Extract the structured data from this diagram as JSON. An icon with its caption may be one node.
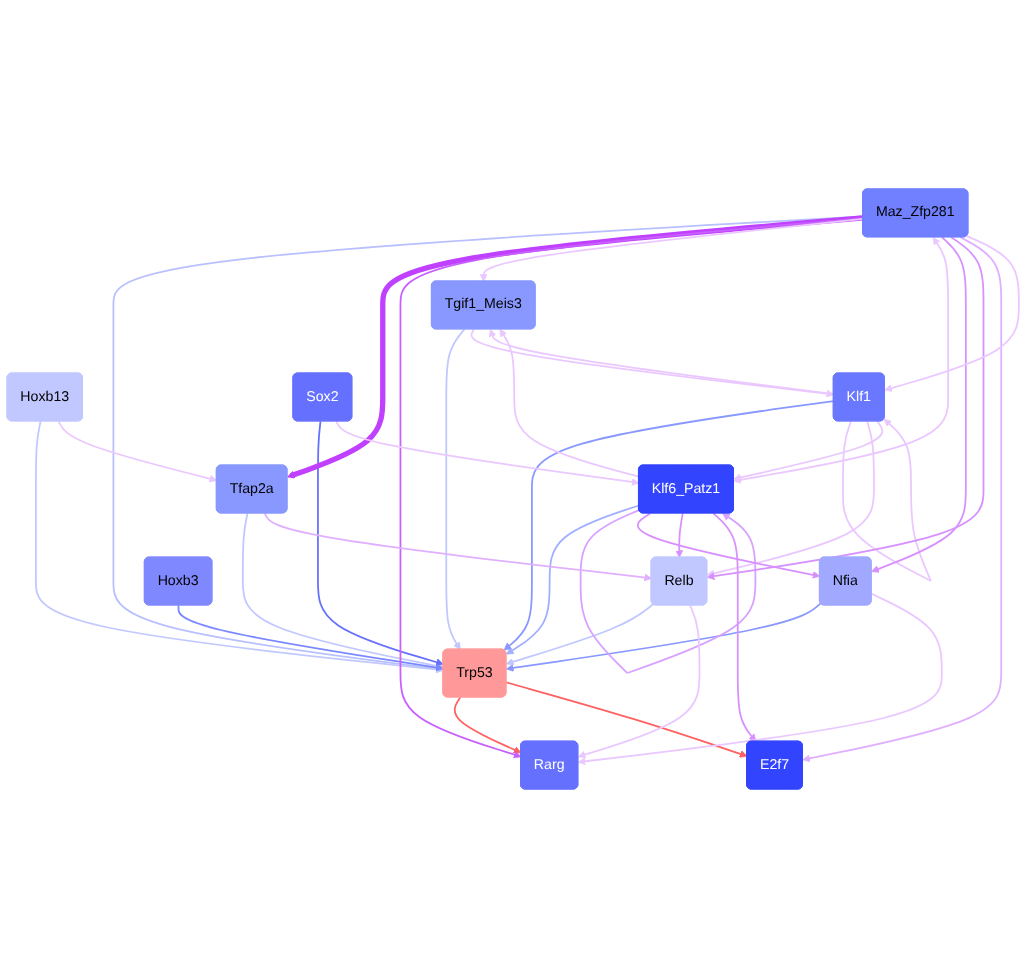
{
  "diagram": {
    "nodes": [
      {
        "text": [
          "Maz_Zfp281"
        ]
      },
      {
        "text": [
          "Klf6_Patz1"
        ]
      },
      {
        "text": [
          "Tgif1_Meis3"
        ]
      },
      {
        "text": [
          "Rarg"
        ]
      },
      {
        "text": [
          "Tfap2a"
        ]
      },
      {
        "text": [
          "E2f7"
        ]
      },
      {
        "text": [
          "Trp53"
        ]
      },
      {
        "text": [
          "Nfia"
        ]
      },
      {
        "text": [
          "Hoxb13"
        ]
      },
      {
        "text": [
          "Relb"
        ]
      },
      {
        "text": [
          "Hoxb3"
        ]
      },
      {
        "text": [
          "Klf1"
        ]
      },
      {
        "text": [
          "Sox2"
        ]
      }
    ],
    "edges": [
      {
        "from": 0,
        "to": 6,
        "arrow": "to",
        "color": "#b8c0ff"
      },
      {
        "from": 1,
        "to": 6,
        "arrow": "to",
        "color": "#a0b0ff"
      },
      {
        "from": 2,
        "to": 6,
        "arrow": "to",
        "color": "#c0c8ff"
      },
      {
        "from": 4,
        "to": 6,
        "arrow": "to",
        "color": "#c0c8ff"
      },
      {
        "from": 7,
        "to": 6,
        "arrow": "to",
        "color": "#8898ff"
      },
      {
        "from": 8,
        "to": 6,
        "arrow": "to",
        "color": "#c0c8ff"
      },
      {
        "from": 9,
        "to": 6,
        "arrow": "to",
        "color": "#c0c8ff"
      },
      {
        "from": 11,
        "to": 6,
        "arrow": "to",
        "color": "#8898ff"
      },
      {
        "from": 12,
        "to": 6,
        "arrow": "to",
        "color": "#6670ff"
      },
      {
        "from": 10,
        "to": 6,
        "arrow": "to",
        "color": "#7a88ff"
      },
      {
        "from": 6,
        "to": 3,
        "arrow": "to",
        "color": "#ff6060"
      },
      {
        "from": 6,
        "to": 5,
        "arrow": "to",
        "color": "#ff6060"
      },
      {
        "from": 0,
        "to": 4,
        "arrow": "to",
        "style": "thick",
        "color": "#c040ff"
      },
      {
        "from": 0,
        "to": 3,
        "arrow": "to",
        "color": "#c860ff"
      },
      {
        "from": 0,
        "to": 2,
        "arrow": "to",
        "color": "#eac8ff"
      },
      {
        "from": 0,
        "to": 1,
        "arrow": "both",
        "color": "#eac8ff"
      },
      {
        "from": 1,
        "to": 1,
        "arrow": "to",
        "color": "#d8a0ff"
      },
      {
        "from": 11,
        "to": 11,
        "arrow": "to",
        "color": "#eac8ff"
      },
      {
        "from": 11,
        "to": 9,
        "arrow": "to",
        "color": "#eac8ff"
      },
      {
        "from": 0,
        "to": 7,
        "arrow": "to",
        "color": "#d890ff"
      },
      {
        "from": 1,
        "to": 7,
        "arrow": "to",
        "color": "#d890ff"
      },
      {
        "from": 0,
        "to": 9,
        "arrow": "to",
        "color": "#d890ff"
      },
      {
        "from": 1,
        "to": 9,
        "arrow": "to",
        "color": "#d890ff"
      },
      {
        "from": 1,
        "to": 5,
        "arrow": "to",
        "color": "#d890ff"
      },
      {
        "from": 0,
        "to": 5,
        "arrow": "to",
        "color": "#e0b0ff"
      },
      {
        "from": 1,
        "to": 2,
        "arrow": "to",
        "color": "#eac8ff"
      },
      {
        "from": 11,
        "to": 2,
        "arrow": "to",
        "color": "#eac8ff"
      },
      {
        "from": 4,
        "to": 9,
        "arrow": "to",
        "color": "#e0b0ff"
      },
      {
        "from": 9,
        "to": 3,
        "arrow": "to",
        "color": "#eac8ff"
      },
      {
        "from": 7,
        "to": 3,
        "arrow": "to",
        "color": "#eac8ff"
      },
      {
        "from": 8,
        "to": 4,
        "arrow": "to",
        "color": "#eac8ff"
      },
      {
        "from": 0,
        "to": 11,
        "arrow": "to",
        "color": "#eac8ff"
      },
      {
        "from": 11,
        "to": 1,
        "arrow": "to",
        "color": "#eac8ff"
      },
      {
        "from": 12,
        "to": 1,
        "arrow": "to",
        "color": "#eac8ff"
      },
      {
        "from": 2,
        "to": 11,
        "arrow": "to",
        "color": "#eac8ff"
      }
    ]
  }
}
